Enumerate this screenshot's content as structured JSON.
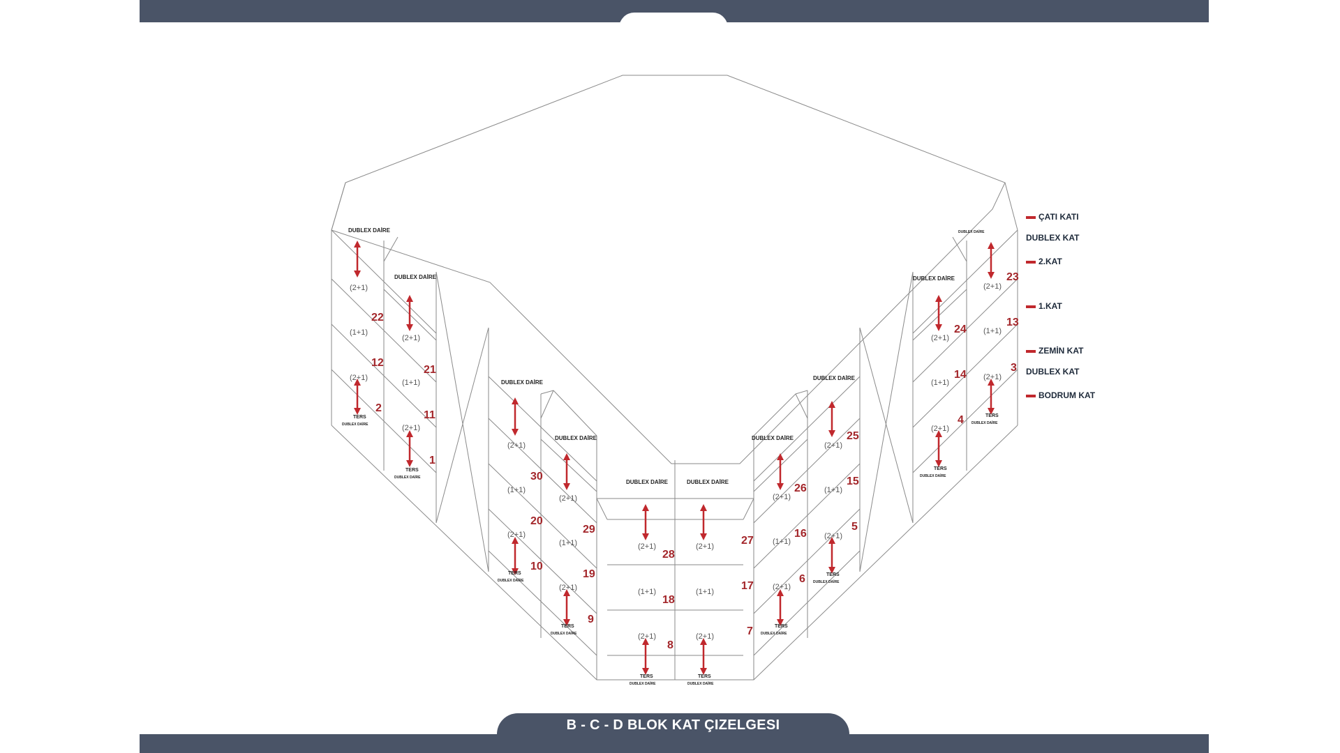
{
  "footer": {
    "title": "B - C - D BLOK KAT ÇIZELGESI"
  },
  "legend": [
    {
      "label": "ÇATI KATI",
      "marker": true
    },
    {
      "label": "DUBLEX KAT",
      "marker": false
    },
    {
      "label": "2.KAT",
      "marker": true
    },
    {
      "label": "1.KAT",
      "marker": true
    },
    {
      "label": "ZEMİN KAT",
      "marker": true
    },
    {
      "label": "DUBLEX KAT",
      "marker": false
    },
    {
      "label": "BODRUM KAT",
      "marker": true
    }
  ],
  "labels": {
    "dublex": "DUBLEX DAİRE",
    "ters": "TERS",
    "dublex_small": "DUBLEX DAİRE",
    "t21": "(2+1)",
    "t11": "(1+1)"
  },
  "unit_numbers": {
    "u22": "22",
    "u12": "12",
    "u2": "2",
    "u21": "21",
    "u11": "11",
    "u1": "1",
    "u30": "30",
    "u20": "20",
    "u10": "10",
    "u29": "29",
    "u19": "19",
    "u9": "9",
    "u28": "28",
    "u18": "18",
    "u8": "8",
    "u27": "27",
    "u17": "17",
    "u7": "7",
    "u26": "26",
    "u16": "16",
    "u6": "6",
    "u25": "25",
    "u15": "15",
    "u5": "5",
    "u24": "24",
    "u14": "14",
    "u4": "4",
    "u23": "23",
    "u13": "13",
    "u3": "3"
  },
  "colors": {
    "band": "#4a5467",
    "accent": "#c0282d",
    "number": "#a3262a",
    "line": "#8a8a8a"
  }
}
